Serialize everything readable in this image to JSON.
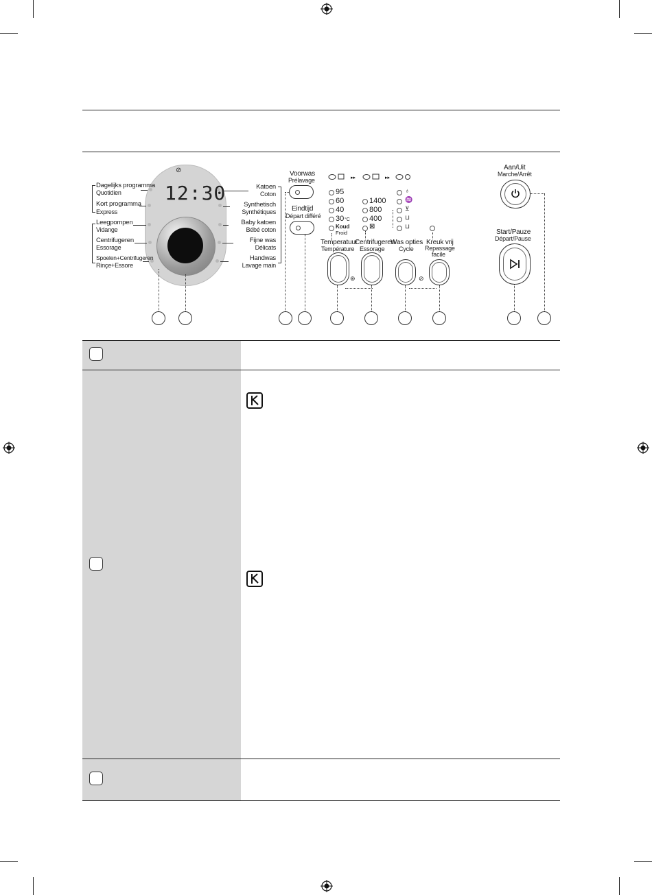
{
  "panel": {
    "display": {
      "time": "12:30"
    },
    "left_programs": [
      {
        "nl": "Dagelijks programma",
        "fr": "Quotidien"
      },
      {
        "nl": "Kort programma",
        "fr": "Express"
      },
      {
        "nl": "Leegpompen",
        "fr": "Vidange"
      },
      {
        "nl": "Centrifugeren",
        "fr": "Essorage"
      },
      {
        "nl": "Spoelen+Centrifugeren",
        "fr": "Rinçe+Essore"
      }
    ],
    "right_programs": [
      {
        "nl": "Katoen",
        "fr": "Coton"
      },
      {
        "nl": "Synthetisch",
        "fr": "Synthétiques"
      },
      {
        "nl": "Baby katoen",
        "fr": "Bébé coton"
      },
      {
        "nl": "Fijne was",
        "fr": "Délicats"
      },
      {
        "nl": "Handwas",
        "fr": "Lavage main"
      }
    ],
    "prewash": {
      "nl": "Voorwas",
      "fr": "Prélavage"
    },
    "delay_end": {
      "nl": "Eindtijd",
      "fr": "Départ différé"
    },
    "temperature": {
      "values": [
        "95",
        "60",
        "40",
        "30",
        "Koud"
      ],
      "unit": "°C",
      "cold_fr": "Froid",
      "label_nl": "Temperatuur",
      "label_fr": "Température"
    },
    "spin": {
      "values": [
        "1400",
        "800",
        "400"
      ],
      "label_nl": "Centrifugeren",
      "label_fr": "Essorage"
    },
    "wash_options": {
      "label_nl": "Was opties",
      "label_fr": "Cycle"
    },
    "crease_free": {
      "label_nl": "Kreuk vrij",
      "label_fr1": "Repassage",
      "label_fr2": "facile"
    },
    "power": {
      "label_nl": "Aan/Uit",
      "label_fr": "Marche/Arrêt"
    },
    "start": {
      "label_nl": "Start/Pauze",
      "label_fr": "Départ/Pause"
    }
  },
  "colors": {
    "panel_grey": "#d6d6d6",
    "table_grey": "#d6d6d6",
    "line": "#222222"
  },
  "icons": [
    "registration-mark-icon",
    "power-icon",
    "play-pause-icon",
    "note-pencil-icon"
  ]
}
